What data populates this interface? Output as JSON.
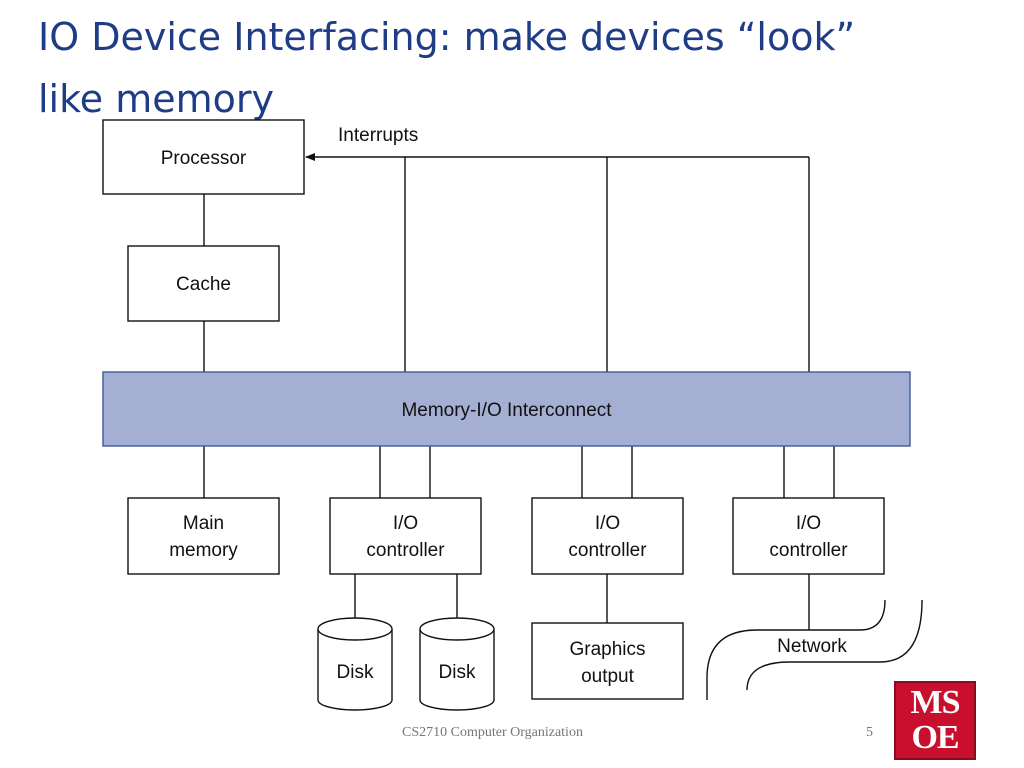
{
  "slide": {
    "title_line1": "IO Device Interfacing: make devices “look”",
    "title_line2": "like memory",
    "footer": "CS2710 Computer Organization",
    "slide_number": "5",
    "logo_line1": "MS",
    "logo_line2": "OE"
  },
  "diagram": {
    "interrupts_label": "Interrupts",
    "processor": "Processor",
    "cache": "Cache",
    "interconnect": "Memory-I/O Interconnect",
    "main_memory": [
      "Main",
      "memory"
    ],
    "io_controller_1": [
      "I/O",
      "controller"
    ],
    "io_controller_2": [
      "I/O",
      "controller"
    ],
    "io_controller_3": [
      "I/O",
      "controller"
    ],
    "disk_1": "Disk",
    "disk_2": "Disk",
    "graphics_output": [
      "Graphics",
      "output"
    ],
    "network": "Network"
  },
  "colors": {
    "title": "#1f3c87",
    "interconnect_fill": "#a5aed3",
    "interconnect_stroke": "#3d5a9c",
    "logo": "#c8102e"
  }
}
